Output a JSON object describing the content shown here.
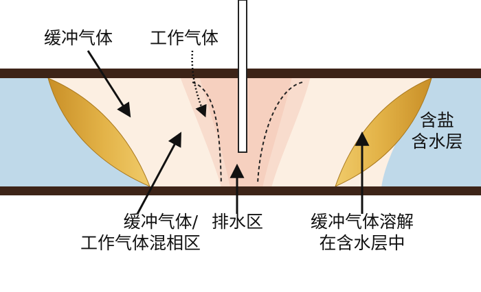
{
  "labels": {
    "buffer_gas": "缓冲气体",
    "working_gas": "工作气体",
    "saline_aquifer_line1": "含盐",
    "saline_aquifer_line2": "含水层",
    "mixing_zone_line1": "缓冲气体/",
    "mixing_zone_line2": "工作气体混相区",
    "drainage_zone": "排水区",
    "dissolved_line1": "缓冲气体溶解",
    "dissolved_line2": "在含水层中"
  },
  "colors": {
    "cap_rock": "#3d2418",
    "aquifer_water": "#bfd9e9",
    "mixing_zone": "#fcefe2",
    "working_gas_zone": "#f8dccd",
    "working_gas_core": "#f6d0bf",
    "buffer_gas_lens": "#e3b348",
    "buffer_gas_lens_edge": "#a8781e",
    "well": "#ffffff",
    "line": "#111111"
  }
}
